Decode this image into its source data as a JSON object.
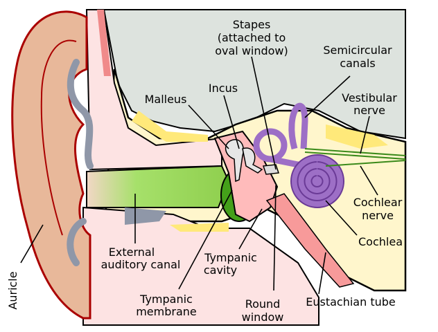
{
  "labels": {
    "stapes": [
      "Stapes",
      "(attached to",
      "oval window)"
    ],
    "semicircular_canals": [
      "Semicircular",
      "canals"
    ],
    "malleus": "Malleus",
    "incus": "Incus",
    "vestibular_nerve": [
      "Vestibular",
      "nerve"
    ],
    "cochlear_nerve": [
      "Cochlear",
      "nerve"
    ],
    "cochlea": "Cochlea",
    "external_auditory_canal": [
      "External",
      "auditory canal"
    ],
    "tympanic_cavity": [
      "Tympanic",
      "cavity"
    ],
    "tympanic_membrane": [
      "Tympanic",
      "membrane"
    ],
    "round_window": [
      "Round",
      "window"
    ],
    "eustachian_tube": "Eustachian tube",
    "auricle": "Auricle"
  },
  "colors": {
    "skull_gray": "#dde3de",
    "bone_yellow": "#fff6cc",
    "skin": "#e8b89a",
    "soft_tissue": "#fde3e3",
    "canal_green": "#8ed24a",
    "inner_ear_purple": "#9d6fc6",
    "outline_red": "#aa0000"
  }
}
